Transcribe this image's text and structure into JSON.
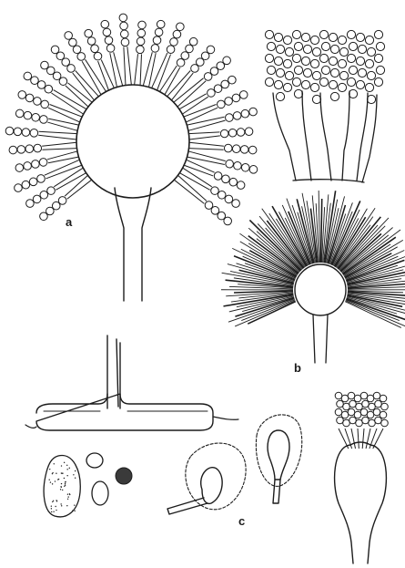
{
  "figure": {
    "panel_labels": {
      "a": "a",
      "b": "b",
      "c": "c"
    },
    "colors": {
      "ink": "#1c1c1c",
      "paper": "#ffffff"
    }
  }
}
